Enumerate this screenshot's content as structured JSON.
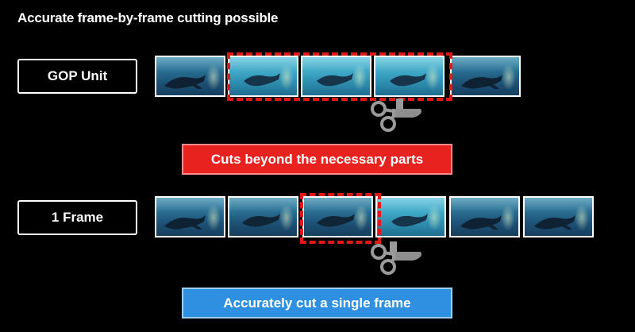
{
  "title": "Accurate frame-by-frame cutting possible",
  "rows": [
    {
      "label": "GOP Unit",
      "frame_count": 5
    },
    {
      "label": "1 Frame",
      "frame_count": 6
    }
  ],
  "banners": {
    "gop": "Cuts beyond the necessary parts",
    "frame": "Accurately cut a single frame"
  },
  "colors": {
    "dashed_selection": "#e01818",
    "banner_red": "#e8231f",
    "banner_blue": "#2f8fe0",
    "background": "#000000"
  },
  "icons": {
    "cut": "scissors-icon"
  }
}
